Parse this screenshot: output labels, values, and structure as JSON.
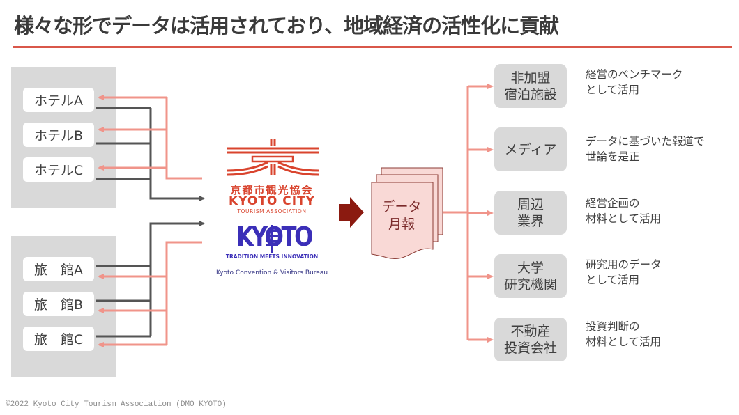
{
  "title": "様々な形でデータは活用されており、地域経済の活性化に貢献",
  "colors": {
    "accent_red": "#d9574a",
    "feedback_arrow": "#f0948a",
    "data_arrow": "#555555",
    "group_bg": "#d9d9d9",
    "big_arrow": "#8b1a10",
    "doc_fill": "#f9d9d6",
    "kyoto_blue": "#3b2fb8"
  },
  "hotels": {
    "items": [
      {
        "label": "ホテルA"
      },
      {
        "label": "ホテルB"
      },
      {
        "label": "ホテルC"
      }
    ]
  },
  "ryokan": {
    "items": [
      {
        "label": "旅　館A"
      },
      {
        "label": "旅　館B"
      },
      {
        "label": "旅　館C"
      }
    ]
  },
  "center": {
    "association_logo": {
      "name_jp": "京都市観光協会",
      "name_en": "KYOTO CITY",
      "subtitle": "TOURISM ASSOCIATION"
    },
    "kyoto_logo": {
      "wordmark": "KYOTO",
      "tagline": "TRADITION MEETS INNOVATION",
      "organization": "Kyoto Convention & Visitors Bureau"
    }
  },
  "report": {
    "label_line1": "データ",
    "label_line2": "月報"
  },
  "destinations": [
    {
      "name": "非加盟\n宿泊施設",
      "description": "経営のベンチマーク\nとして活用"
    },
    {
      "name": "メディア",
      "description": "データに基づいた報道で\n世論を是正"
    },
    {
      "name": "周辺\n業界",
      "description": "経営企画の\n材料として活用"
    },
    {
      "name": "大学\n研究機関",
      "description": "研究用のデータ\nとして活用"
    },
    {
      "name": "不動産\n投資会社",
      "description": "投資判断の\n材料として活用"
    }
  ],
  "footer": "©2022 Kyoto City Tourism Association (DMO KYOTO)"
}
